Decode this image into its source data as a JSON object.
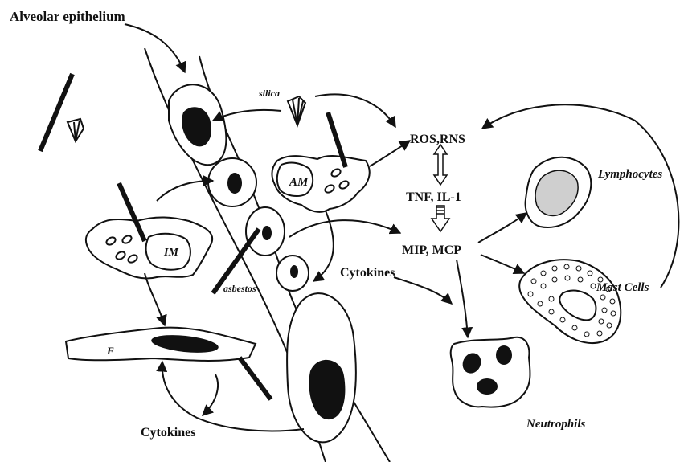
{
  "labels": {
    "alveolar_epithelium": "Alveolar epithelium",
    "silica": "silica",
    "ros_rns": "ROS,RNS",
    "tnf_il1": "TNF, IL-1",
    "mip_mcp": "MIP, MCP",
    "cytokines_center": "Cytokines",
    "cytokines_bottom": "Cytokines",
    "asbestos": "asbestos",
    "am": "AM",
    "im": "IM",
    "f": "F",
    "lymphocytes": "Lymphocytes",
    "mast_cells": "Mast Cells",
    "neutrophils": "Neutrophils"
  }
}
